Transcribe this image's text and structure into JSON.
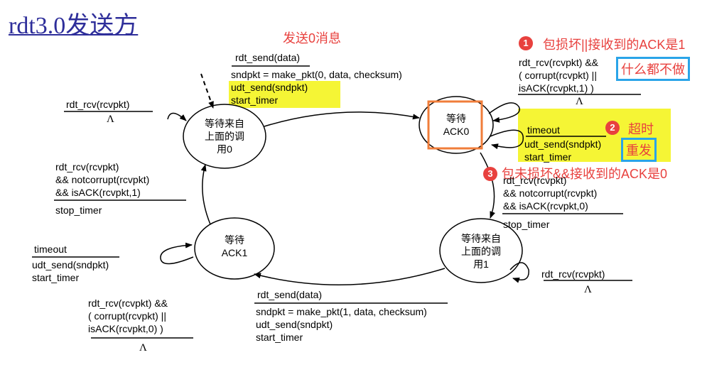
{
  "title": "rdt3.0发送方",
  "annotations": {
    "send0": "发送0消息",
    "note1": "包损坏||接收到的ACK是1",
    "note1_box": "什么都不做",
    "note2": "超时",
    "note2_box": "重发",
    "note3": "包未损坏&&接收到的ACK是0",
    "badge1": "1",
    "badge2": "2",
    "badge3": "3"
  },
  "states": {
    "wait_call_0": [
      "等待来自",
      "上面的调",
      "用0"
    ],
    "wait_ack_0": [
      "等待",
      "ACK0"
    ],
    "wait_call_1": [
      "等待来自",
      "上面的调",
      "用1"
    ],
    "wait_ack_1": [
      "等待",
      "ACK1"
    ]
  },
  "transitions": {
    "top_event": "rdt_send(data)",
    "top_actions": [
      "sndpkt = make_pkt(0, data, checksum)",
      "udt_send(sndpkt)",
      "start_timer"
    ],
    "ack0_self_event": [
      "rdt_rcv(rcvpkt) &&",
      "( corrupt(rcvpkt) ||",
      "isACK(rcvpkt,1) )"
    ],
    "ack0_self_action": "Λ",
    "ack0_timeout_event": "timeout",
    "ack0_timeout_actions": [
      "udt_send(sndpkt)",
      "start_timer"
    ],
    "right_event": [
      "rdt_rcv(rcvpkt)",
      "&& notcorrupt(rcvpkt)",
      "&& isACK(rcvpkt,0)"
    ],
    "right_action": "stop_timer",
    "call1_self_event": "rdt_rcv(rcvpkt)",
    "call1_self_action": "Λ",
    "bottom_event": "rdt_send(data)",
    "bottom_actions": [
      "sndpkt = make_pkt(1, data, checksum)",
      "udt_send(sndpkt)",
      "start_timer"
    ],
    "ack1_self_event": [
      "rdt_rcv(rcvpkt) &&",
      "( corrupt(rcvpkt) ||",
      "isACK(rcvpkt,0) )"
    ],
    "ack1_self_action": "Λ",
    "ack1_timeout_event": "timeout",
    "ack1_timeout_actions": [
      "udt_send(sndpkt)",
      "start_timer"
    ],
    "left_event": [
      "rdt_rcv(rcvpkt)",
      "&& notcorrupt(rcvpkt)",
      "&& isACK(rcvpkt,1)"
    ],
    "left_action": "stop_timer",
    "call0_self_event": "rdt_rcv(rcvpkt)",
    "call0_self_action": "Λ"
  },
  "colors": {
    "title": "#2e2e9a",
    "annotation_red": "#e8413e",
    "highlight_yellow": "#f5f535",
    "box_blue": "#2aa4e8",
    "box_orange": "#f07d3a"
  }
}
